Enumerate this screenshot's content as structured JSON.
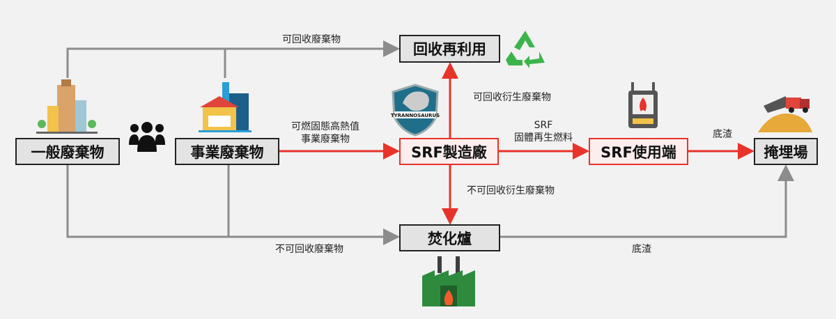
{
  "nodes": {
    "general_waste": "一般廢棄物",
    "business_waste": "事業廢棄物",
    "recycle": "回收再利用",
    "srf_plant": "SRF製造廠",
    "srf_user": "SRF使用端",
    "landfill": "掩埋場",
    "incinerator": "焚化爐"
  },
  "edges": {
    "recyclable_waste": "可回收廢棄物",
    "combustible_1": "可燃固態高熱值",
    "combustible_2": "事業廢棄物",
    "recyclable_derived": "可回收衍生廢棄物",
    "srf_1": "SRF",
    "srf_2": "固體再生燃料",
    "nonrecyclable_derived": "不可回收衍生廢棄物",
    "bottom_ash_1": "底渣",
    "nonrecyclable_waste": "不可回收廢棄物",
    "bottom_ash_2": "底渣"
  },
  "logo_text": "TYRANNOSAURUS",
  "colors": {
    "gray_line": "#8c8c8c",
    "red_line": "#e8332a"
  }
}
